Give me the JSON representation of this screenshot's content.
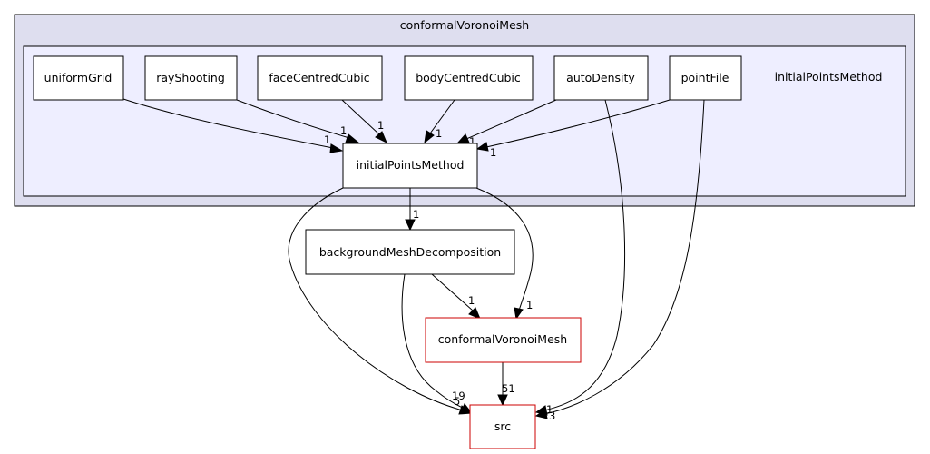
{
  "outer_cluster": {
    "label": "conformalVoronoiMesh",
    "fill": "#dedeef",
    "stroke": "#000000"
  },
  "inner_cluster": {
    "label": "initialPointsMethod",
    "fill": "#eeeeff",
    "stroke": "#000000"
  },
  "colors": {
    "node_fill": "#ffffff",
    "node_stroke": "#000000",
    "external_stroke": "#cc0000",
    "edge": "#000000"
  },
  "nodes": {
    "uniformGrid": "uniformGrid",
    "rayShooting": "rayShooting",
    "faceCentredCubic": "faceCentredCubic",
    "bodyCentredCubic": "bodyCentredCubic",
    "autoDensity": "autoDensity",
    "pointFile": "pointFile",
    "initialPointsMethod": "initialPointsMethod",
    "backgroundMeshDecomposition": "backgroundMeshDecomposition",
    "conformalVoronoiMesh": "conformalVoronoiMesh",
    "src": "src"
  },
  "edges": {
    "uniformGrid_ipm": "1",
    "rayShooting_ipm": "1",
    "faceCentredCubic_ipm": "1",
    "bodyCentredCubic_ipm": "1",
    "autoDensity_ipm": "1",
    "pointFile_ipm": "1",
    "ipm_bmd": "1",
    "ipm_cvm": "1",
    "ipm_src": "19",
    "bmd_cvm": "1",
    "bmd_src": "5",
    "cvm_src": "51",
    "autoDensity_src": "1",
    "pointFile_src": "3"
  }
}
